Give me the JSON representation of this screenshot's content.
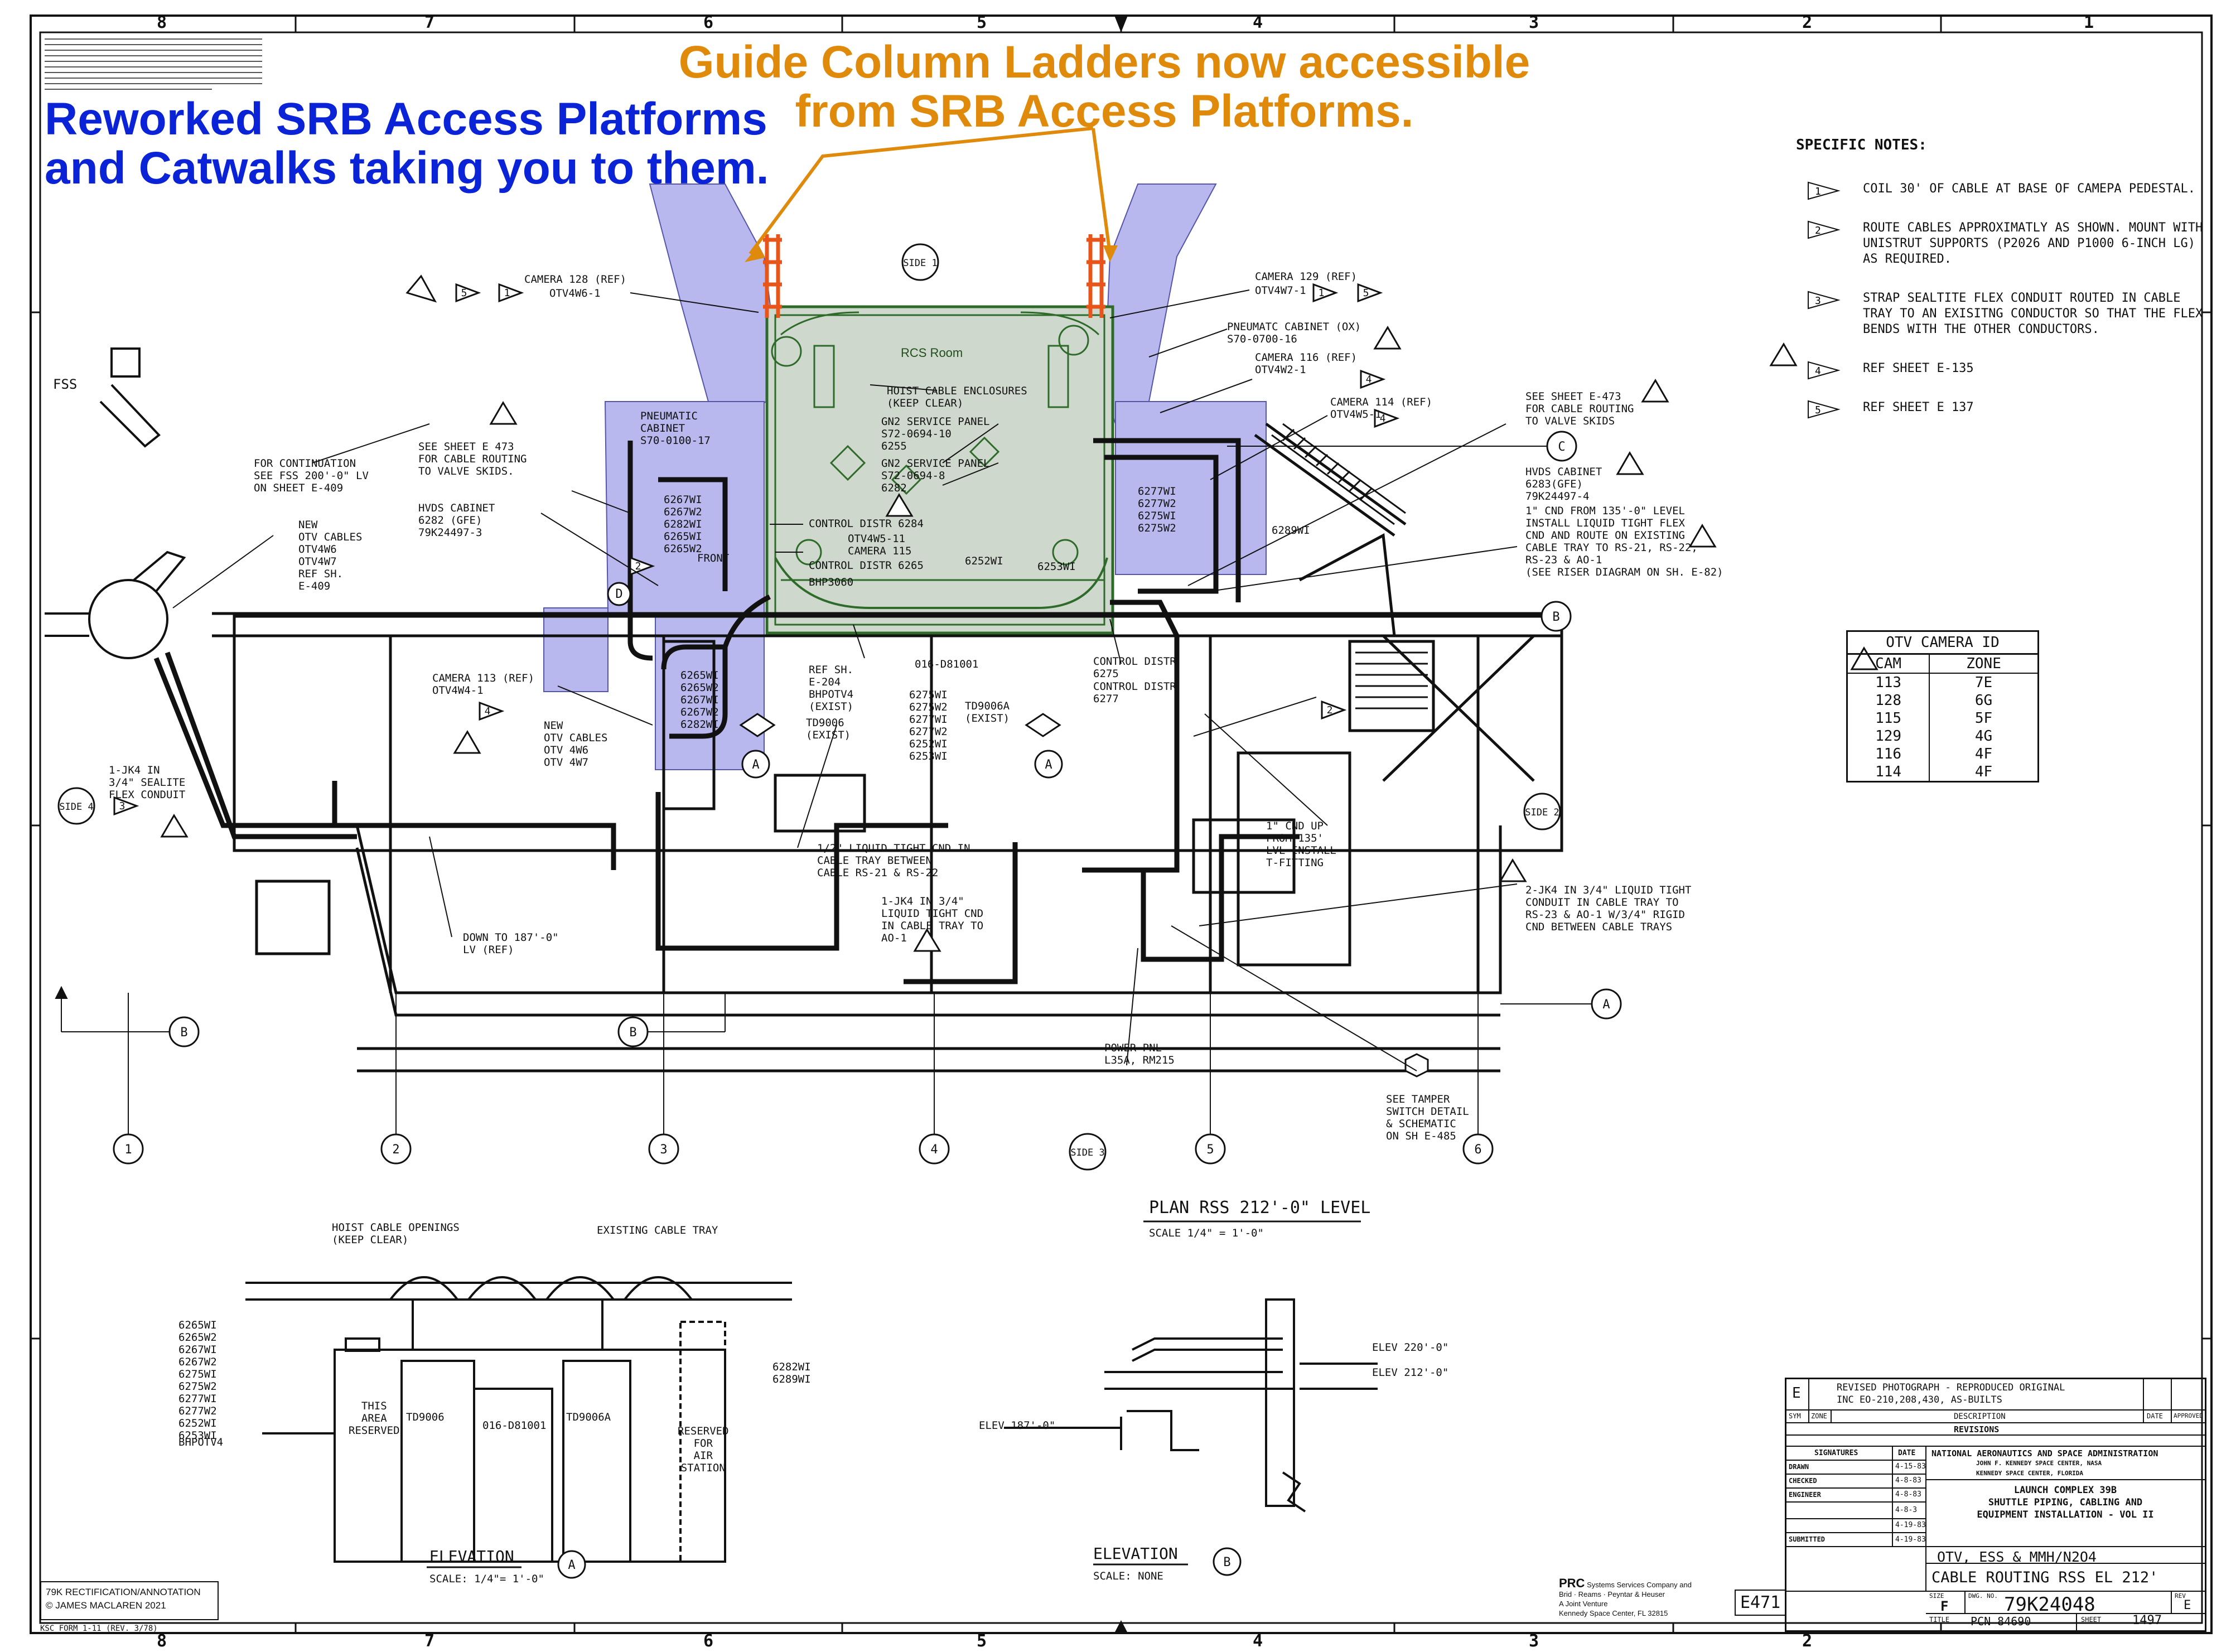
{
  "annotations": {
    "blue_line1": "Reworked SRB Access Platforms",
    "blue_line2": "and Catwalks taking you to them.",
    "orange_line1": "Guide Column Ladders now accessible",
    "orange_line2": "from SRB Access Platforms.",
    "rcs_room": "RCS Room"
  },
  "colors": {
    "blue_annotation": "#0a23d6",
    "orange_annotation": "#e08a0c",
    "platform_fill": "#b8b8ee",
    "rcs_room_fill": "#cfd8cc",
    "rcs_room_line": "#2e6b2a",
    "ladder": "#e8551a"
  },
  "border": {
    "columns": [
      "8",
      "7",
      "6",
      "5",
      "4",
      "3",
      "2",
      "1"
    ]
  },
  "specific_notes": {
    "heading": "SPECIFIC NOTES:",
    "items": [
      {
        "num": "1",
        "text": "COIL 30' OF CABLE AT BASE OF CAMEPA PEDESTAL."
      },
      {
        "num": "2",
        "text": "ROUTE CABLES APPROXIMATLY AS SHOWN. MOUNT WITH UNISTRUT SUPPORTS (P2026 AND P1000 6-INCH LG) AS REQUIRED."
      },
      {
        "num": "3",
        "text": "STRAP SEALTITE FLEX CONDUIT ROUTED IN CABLE TRAY TO AN EXISITNG CONDUCTOR SO THAT THE FLEX BENDS WITH THE OTHER CONDUCTORS."
      },
      {
        "num": "4",
        "text": "REF SHEET E-135"
      },
      {
        "num": "5",
        "text": "REF SHEET E 137"
      }
    ]
  },
  "camera_table": {
    "title": "OTV CAMERA ID",
    "headers": [
      "CAM",
      "ZONE"
    ],
    "rows": [
      [
        "113",
        "7E"
      ],
      [
        "128",
        "6G"
      ],
      [
        "115",
        "5F"
      ],
      [
        "129",
        "4G"
      ],
      [
        "116",
        "4F"
      ],
      [
        "114",
        "4F"
      ]
    ]
  },
  "labels": {
    "fss": "FSS",
    "side1": "SIDE 1",
    "side2": "SIDE 2",
    "side3": "SIDE 3",
    "side4": "SIDE 4",
    "cam128": "CAMERA 128 (REF)",
    "otv4w6_1": "OTV4W6-1",
    "cam129": "CAMERA 129 (REF)",
    "otv4w7_1": "OTV4W7-1",
    "pneu_ox_1": "PNEUMATC CABINET (OX)",
    "pneu_ox_2": "S70-0700-16",
    "cam116": "CAMERA 116 (REF)",
    "otv4w2_1": "OTV4W2-1",
    "cam114": "CAMERA 114 (REF)",
    "otv4w5_1": "OTV4W5-1",
    "see_e473_r_1": "SEE SHEET E-473",
    "see_e473_r_2": "FOR CABLE ROUTING",
    "see_e473_r_3": "TO VALVE SKIDS",
    "hvds_r_1": "HVDS CABINET",
    "hvds_r_2": "6283(GFE)",
    "hvds_r_3": "79K24497-4",
    "cnd135_1": "1\" CND FROM 135'-0\" LEVEL",
    "cnd135_2": "INSTALL LIQUID TIGHT FLEX",
    "cnd135_3": "CND AND ROUTE ON EXISTING",
    "cnd135_4": "CABLE TRAY TO RS-21, RS-22,",
    "cnd135_5": "RS-23 & AO-1",
    "cnd135_6": "(SEE RISER DIAGRAM ON SH. E-82)",
    "pneu_l_1": "PNEUMATIC",
    "pneu_l_2": "CABINET",
    "pneu_l_3": "S70-0100-17",
    "see_e473_l_1": "SEE SHEET E 473",
    "see_e473_l_2": "FOR CABLE ROUTING",
    "see_e473_l_3": "TO VALVE SKIDS.",
    "hvds_l_1": "HVDS CABINET",
    "hvds_l_2": "6282 (GFE)",
    "hvds_l_3": "79K24497-3",
    "contin_1": "FOR CONTINUATION",
    "contin_2": "SEE FSS 200'-0\" LV",
    "contin_3": "ON SHEET E-409",
    "newotv_1": "NEW",
    "newotv_2": "OTV CABLES",
    "newotv_3": "OTV4W6",
    "newotv_4": "OTV4W7",
    "newotv_5": "REF SH.",
    "newotv_6": "E-409",
    "hoist_1": "HOIST CABLE ENCLOSURES",
    "hoist_2": "(KEEP CLEAR)",
    "gn2_1_1": "GN2 SERVICE PANEL",
    "gn2_1_2": "S72-0694-10",
    "gn2_1_3": "6255",
    "gn2_2_1": "GN2 SERVICE PANEL",
    "gn2_2_2": "S72-0694-8",
    "gn2_2_3": "6282",
    "ctrl_6284": "CONTROL DISTR 6284",
    "otv4w5_11": "OTV4W5-11",
    "cam115": "CAMERA 115",
    "ctrl_6265": "CONTROL DISTR 6265",
    "bhp3060": "BHP3060",
    "w6252": "6252WI",
    "w6253": "6253WI",
    "cam113": "CAMERA 113 (REF)",
    "otv4w4_1": "OTV4W4-1",
    "newotv2_1": "NEW",
    "newotv2_2": "OTV CABLES",
    "newotv2_3": "OTV 4W6",
    "newotv2_4": "OTV 4W7",
    "ref_e204_1": "REF SH.",
    "ref_e204_2": "E-204",
    "bhpotv4": "BHPOTV4",
    "exist": "(EXIST)",
    "td9006": "TD9006",
    "d16": "016-D81001",
    "td9006a": "TD9006A",
    "ctrl_6275_1": "CONTROL DISTR",
    "ctrl_6275_2": "6275",
    "ctrl_6277_1": "CONTROL DISTR",
    "ctrl_6277_2": "6277",
    "wires_left": "6267WI 6267W2 6282WI 6265WI 6265W2",
    "front": "FRONT",
    "wires_right": "6277WI 6277W2 6275WI 6275W2",
    "w6289": "6289WI",
    "wires_c1": "6265WI 6265W2 6267WI 6267W2 6282WI",
    "wires_c2": "6275WI 6275W2 6277WI 6277W2 6252WI 6253WI",
    "jk4_1": "1-JK4 IN",
    "jk4_2": "3/4\" SEALITE",
    "jk4_3": "FLEX CONDUIT",
    "cnd12_1": "1/2\" LIQUID TIGHT CND IN",
    "cnd12_2": "CABLE TRAY BETWEEN",
    "cnd12_3": "CABLE RS-21 & RS-22",
    "jk4b_1": "1-JK4 IN 3/4\"",
    "jk4b_2": "LIQUID TIGHT CND",
    "jk4b_3": "IN CABLE TRAY TO",
    "jk4b_4": "AO-1",
    "cndup_1": "1\" CND UP",
    "cndup_2": "FROM 135'",
    "cndup_3": "LVL INSTALL",
    "cndup_4": "T-FITTING",
    "jk4c_1": "2-JK4 IN 3/4\" LIQUID TIGHT",
    "jk4c_2": "CONDUIT IN CABLE TRAY TO",
    "jk4c_3": "RS-23 & AO-1 W/3/4\" RIGID",
    "jk4c_4": "CND BETWEEN CABLE TRAYS",
    "down187_1": "DOWN TO 187'-0\"",
    "down187_2": "LV (REF)",
    "power_1": "POWER PNL",
    "power_2": "L35A, RM215",
    "tamper_1": "SEE TAMPER",
    "tamper_2": "SWITCH DETAIL",
    "tamper_3": "& SCHEMATIC",
    "tamper_4": "ON SH E-485",
    "plan_title": "PLAN RSS 212'-0\" LEVEL",
    "plan_scale": "SCALE 1/4\" = 1'-0\"",
    "elev_a": "ELEVATION",
    "elev_a_scale": "SCALE: 1/4\"= 1'-0\"",
    "elev_b": "ELEVATION",
    "elev_b_scale": "SCALE: NONE",
    "hoist_open_1": "HOIST CABLE OPENINGS",
    "hoist_open_2": "(KEEP CLEAR)",
    "exist_tray": "EXISTING CABLE TRAY",
    "ea_wires_left": "6265WI 6265W2 6267WI 6267W2 6275WI 6275W2 6277WI 6277W2 6252WI 6253WI",
    "ea_wires_right_1": "6282WI",
    "ea_wires_right_2": "6289WI",
    "this_area_1": "THIS",
    "this_area_2": "AREA",
    "this_area_3": "RESERVED",
    "reserved_1": "RESERVED",
    "reserved_2": "FOR",
    "reserved_3": "AIR",
    "reserved_4": "STATION",
    "elev220": "ELEV 220'-0\"",
    "elev212": "ELEV 212'-0\"",
    "elev187": "ELEV 187'-0\""
  },
  "title_block": {
    "rev_letter": "E",
    "rev_desc_1": "REVISED PHOTOGRAPH - REPRODUCED ORIGINAL",
    "rev_desc_2": "INC EO-210,208,430, AS-BUILTS",
    "h_sym": "SYM",
    "h_zone": "ZONE",
    "h_desc": "DESCRIPTION",
    "h_date": "DATE",
    "h_approved": "APPROVED",
    "revisions": "REVISIONS",
    "sig_h": "SIGNATURES",
    "date_h": "DATE",
    "drawn": "DRAWN",
    "checked": "CHECKED",
    "engineer": "ENGINEER",
    "submitted": "SUBMITTED",
    "d1": "4-15-83",
    "d2": "4-8-83",
    "d3": "4-8-83",
    "d4": "4-8-3",
    "d5": "4-19-83",
    "d6": "4-19-83",
    "agency_1": "NATIONAL AERONAUTICS AND SPACE ADMINISTRATION",
    "agency_2": "JOHN F. KENNEDY SPACE CENTER, NASA",
    "agency_3": "KENNEDY SPACE CENTER, FLORIDA",
    "proj_1": "LAUNCH COMPLEX 39B",
    "proj_2": "SHUTTLE PIPING, CABLING AND",
    "proj_3": "EQUIPMENT INSTALLATION - VOL II",
    "title_1": "OTV, ESS & MMH/N2O4",
    "title_2": "CABLE ROUTING RSS EL 212'",
    "size_h": "SIZE",
    "size": "F",
    "dwg_h": "DWG. NO.",
    "dwg": "79K24048",
    "rev_h": "REV",
    "rev": "E",
    "title_h": "TITLE",
    "pcn": "PCN 84690",
    "sheet_h": "SHEET",
    "sheet": "1497",
    "sheet_ref": "E471"
  },
  "prc": {
    "name": "PRC",
    "l1": "Systems Services Company and",
    "l2": "Brid · Reams · Peyntar & Heuser",
    "l3": "A Joint Venture",
    "l4": "Kennedy Space Center, FL 32815"
  },
  "credit": {
    "line1": "79K RECTIFICATION/ANNOTATION",
    "line2": "© JAMES MACLAREN 2021"
  },
  "form": "KSC FORM 1-11 (REV. 3/78)"
}
